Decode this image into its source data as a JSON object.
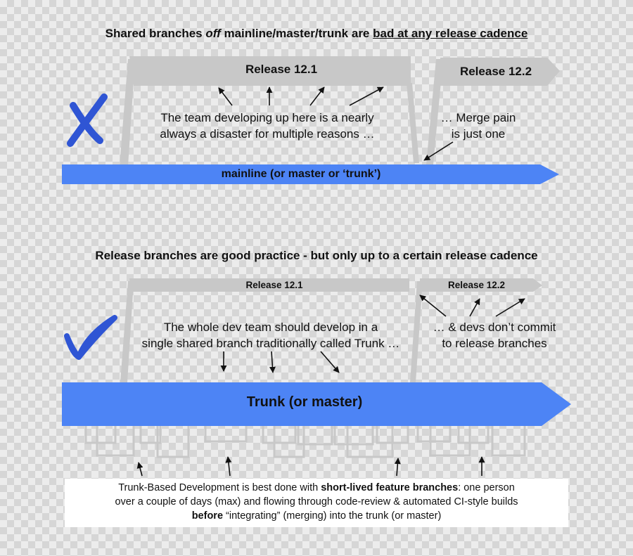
{
  "top": {
    "heading": {
      "prefix": "Shared branches ",
      "italic": "off",
      "middle": " mainline/master/trunk are ",
      "underlined": "bad at any release cadence"
    },
    "release_a": "Release 12.1",
    "release_b": "Release 12.2",
    "mainline": "mainline (or master or ‘trunk’)",
    "note_left": [
      "The team developing up here is a nearly",
      "always a disaster for multiple reasons …"
    ],
    "note_right": [
      "… Merge pain",
      "is just one"
    ]
  },
  "bottom": {
    "heading": "Release branches are good practice - but only up to a certain release cadence",
    "release_a": "Release 12.1",
    "release_b": "Release 12.2",
    "trunk": "Trunk (or master)",
    "note_left": [
      "The whole dev team should develop in a",
      "single shared branch traditionally called Trunk …"
    ],
    "note_right": [
      "… & devs don’t commit",
      "to release branches"
    ],
    "info": {
      "p1": "Trunk-Based Development is best done with ",
      "b1": "short-lived feature branches",
      "p2": ": one person",
      "line2": "over a couple of days (max) and flowing through code-review & automated CI-style builds",
      "b2": "before",
      "p3": " “integrating” (merging) into the trunk (or master)"
    }
  },
  "colors": {
    "mainline_blue": "#4d84f5",
    "branch_gray": "#c8c8c8",
    "cross_blue": "#2f55d4"
  }
}
